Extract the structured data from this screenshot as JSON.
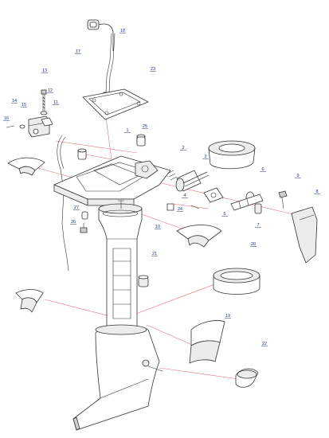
{
  "diagram": {
    "colors": {
      "line": "#333333",
      "assembly_line": "#e0737a",
      "callout_text": "#1b2f8a",
      "background": "#ffffff"
    },
    "callouts": [
      "1",
      "2",
      "3",
      "4",
      "5",
      "6",
      "7",
      "8",
      "9",
      "10",
      "11",
      "12",
      "13",
      "14",
      "15",
      "16",
      "17",
      "18",
      "19",
      "20",
      "21",
      "22",
      "23",
      "24",
      "25",
      "26",
      "27"
    ]
  }
}
